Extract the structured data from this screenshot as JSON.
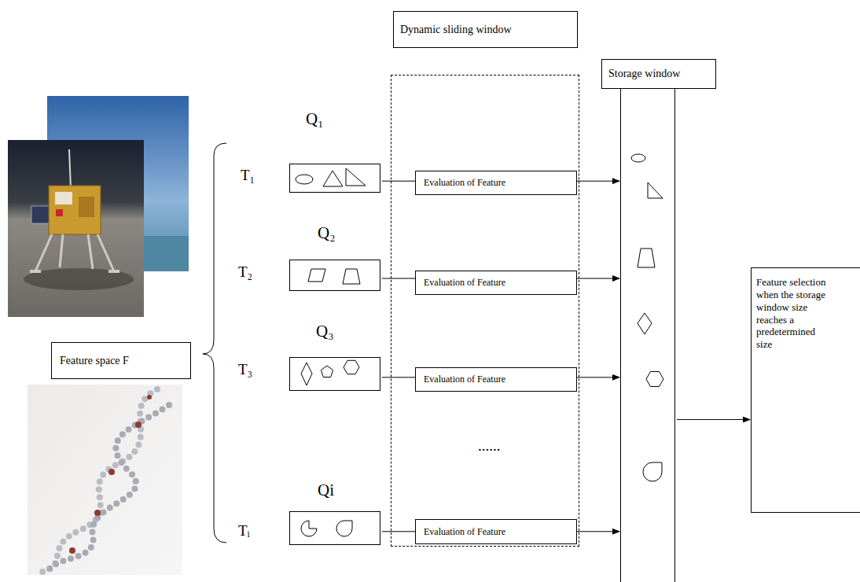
{
  "diagram": {
    "nodes": [
      {
        "text": [
          "Feature space F"
        ]
      },
      {
        "text": [
          "Q₁"
        ]
      },
      {
        "text": [
          "Q₂"
        ]
      },
      {
        "text": [
          "Q₃"
        ]
      },
      {
        "text": [
          "Qi"
        ]
      },
      {
        "text": [
          "Dynamic sliding window"
        ]
      },
      {
        "text": [
          "Evaluation of Feature"
        ],
        "in": 5
      },
      {
        "text": [
          "Evaluation of Feature"
        ],
        "in": 5
      },
      {
        "text": [
          "Evaluation of Feature"
        ],
        "in": 5
      },
      {
        "text": [
          "Evaluation of Feature"
        ],
        "in": 5
      },
      {
        "text": [
          "Storage window"
        ]
      },
      {
        "text": [
          "Feature selection when the storage window size reaches a predetermined size"
        ]
      }
    ],
    "edges": [
      {
        "from": 1,
        "to": 10,
        "arrow": "to"
      },
      {
        "from": 2,
        "to": 10,
        "arrow": "to"
      },
      {
        "from": 3,
        "to": 10,
        "arrow": "to"
      },
      {
        "from": 4,
        "to": 10,
        "arrow": "to"
      },
      {
        "from": 10,
        "to": 11,
        "arrow": "to"
      }
    ],
    "labels": [
      "T₁",
      "T₂",
      "T₃",
      "Tᵢ",
      "......"
    ]
  }
}
